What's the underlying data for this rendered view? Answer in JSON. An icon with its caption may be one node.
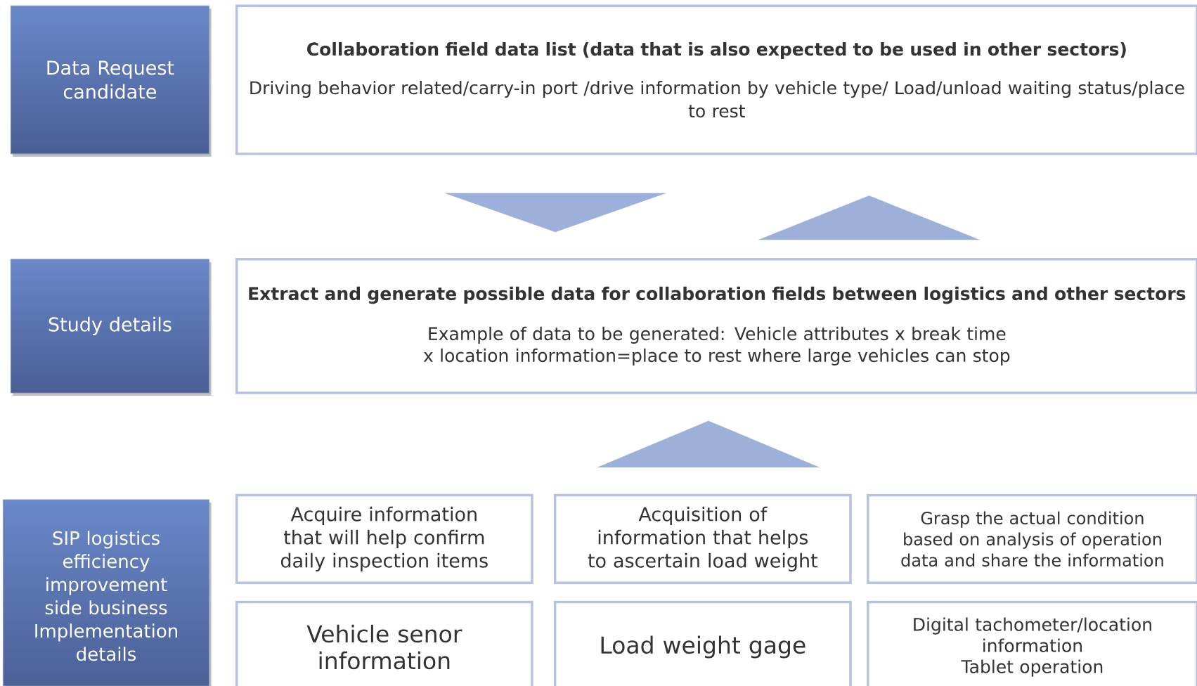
{
  "diagram": {
    "nodes": [
      {
        "text": [
          "Data Request candidate"
        ]
      },
      {
        "text": [
          "Collaboration field data list (data that is also expected to be used in other sectors)",
          "Driving behavior related/carry-in port /drive information by vehicle type/ Load/unload waiting status/place to rest"
        ]
      },
      {
        "text": [
          "Study details"
        ]
      },
      {
        "text": [
          "Extract and generate possible data for collaboration fields between logistics and other sectors",
          "Example of data to be generated: Vehicle attributes x break time x location information=place to rest where large vehicles can stop"
        ]
      },
      {
        "text": [
          "SIP logistics efficiency improvement side business Implementation details"
        ]
      },
      {
        "text": [
          "Acquire information that will help confirm daily inspection items"
        ]
      },
      {
        "text": [
          "Acquisition of information that helps to ascertain load weight"
        ]
      },
      {
        "text": [
          "Grasp the actual condition based on analysis of operation data and share the information"
        ]
      },
      {
        "text": [
          "Vehicle senor information"
        ]
      },
      {
        "text": [
          "Load weight gage"
        ]
      },
      {
        "text": [
          "Digital tachometer/location information",
          "Tablet operation"
        ]
      }
    ],
    "edges": [
      {
        "from": 1,
        "to": 3,
        "arrow": "to"
      },
      {
        "from": 3,
        "to": 1,
        "arrow": "to"
      },
      {
        "from": 6,
        "to": 3,
        "arrow": "to"
      }
    ]
  }
}
